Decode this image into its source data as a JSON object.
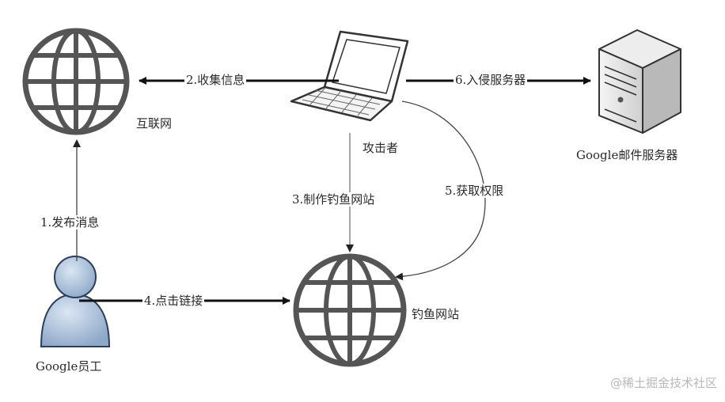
{
  "nodes": {
    "internet": "互联网",
    "attacker": "攻击者",
    "mail_server": "Google邮件服务器",
    "employee": "Google员工",
    "phishing_site": "钓鱼网站"
  },
  "edges": {
    "e1": "1.发布消息",
    "e2": "2.收集信息",
    "e3": "3.制作钓鱼网站",
    "e4": "4.点击链接",
    "e5": "5.获取权限",
    "e6": "6.入侵服务器"
  },
  "watermark": "@稀土掘金技术社区"
}
